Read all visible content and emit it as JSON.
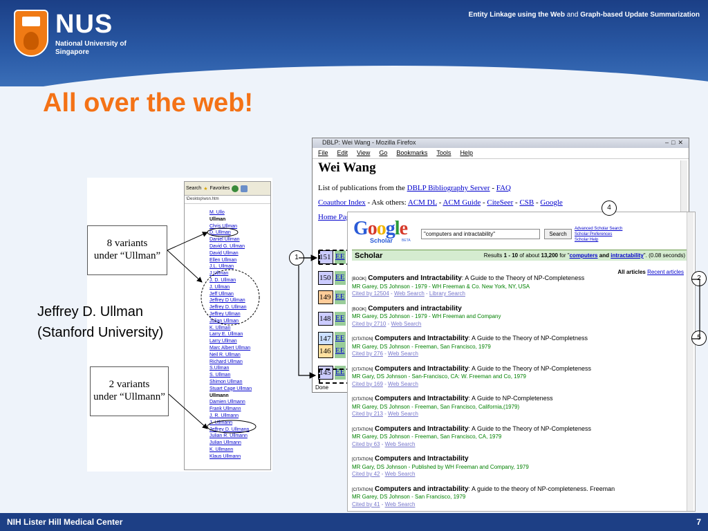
{
  "header": {
    "title_part1": "Entity Linkage using the Web",
    "title_and": "and",
    "title_part2": "Graph-based Update Summarization",
    "logo_text": "NUS",
    "logo_sub": "National University of Singapore"
  },
  "slide": {
    "title": "All over the web!",
    "person_line1": "Jeffrey D. Ullman",
    "person_line2": "(Stanford University)"
  },
  "left_shot": {
    "toolbar_search": "Search",
    "toolbar_favorites": "Favorites",
    "address": "\\Desktop\\wsn.htm",
    "items": [
      {
        "t": "M. Ullo",
        "b": false
      },
      {
        "t": "Ullman",
        "b": true
      },
      {
        "t": "Chris Ullman",
        "b": false
      },
      {
        "t": "D. Ullman",
        "b": false
      },
      {
        "t": "Daniel Ullman",
        "b": false
      },
      {
        "t": "David G. Ullman",
        "b": false
      },
      {
        "t": "David Ullman",
        "b": false
      },
      {
        "t": "Ellen Ullman",
        "b": false
      },
      {
        "t": "J.L. Ullman",
        "b": false
      },
      {
        "t": "J Ullman",
        "b": false
      },
      {
        "t": "J. D. Ullman",
        "b": false
      },
      {
        "t": "J. Ullman",
        "b": false
      },
      {
        "t": "Jeff Ullman",
        "b": false
      },
      {
        "t": "Jeffrey D Ullman",
        "b": false
      },
      {
        "t": "Jeffrey D. Ullman",
        "b": false
      },
      {
        "t": "Jeffrey Ullman",
        "b": false
      },
      {
        "t": "Julian Ullman",
        "b": false
      },
      {
        "t": "K. Ullman",
        "b": false
      },
      {
        "t": "Larry E. Ullman",
        "b": false
      },
      {
        "t": "Larry Ullman",
        "b": false
      },
      {
        "t": "Marc Albert Ullman",
        "b": false
      },
      {
        "t": "Neil R. Ullman",
        "b": false
      },
      {
        "t": "Richard Ullman",
        "b": false
      },
      {
        "t": "S.Ullman",
        "b": false
      },
      {
        "t": "S. Ullman",
        "b": false
      },
      {
        "t": "Shimon Ullman",
        "b": false
      },
      {
        "t": "Stuart Cage Ullman",
        "b": false
      },
      {
        "t": "Ullmann",
        "b": true
      },
      {
        "t": "Damien Ullmann",
        "b": false
      },
      {
        "t": "Frank Ullmann",
        "b": false
      },
      {
        "t": "J. R. Ullmann",
        "b": false
      },
      {
        "t": "J. Ullmann",
        "b": false
      },
      {
        "t": "Jeffrey D. Ullmann",
        "b": false
      },
      {
        "t": "Julian R. Ullmann",
        "b": false
      },
      {
        "t": "Julian Ullmann",
        "b": false
      },
      {
        "t": "K. Ullmann",
        "b": false
      },
      {
        "t": "Klaus Ullmann",
        "b": false
      }
    ],
    "box1_line1": "8 variants",
    "box1_line2": "under “Ullman”",
    "box2_line1": "2 variants",
    "box2_line2": "under “Ullmann”"
  },
  "dblp": {
    "window_title": "DBLP: Wei Wang - Mozilla Firefox",
    "menu": [
      "File",
      "Edit",
      "View",
      "Go",
      "Bookmarks",
      "Tools",
      "Help"
    ],
    "heading": "Wei Wang",
    "line1_prefix": "List of publications from the",
    "line1_link1": "DBLP Bibliography Server",
    "line1_sep": "-",
    "line1_link2": "FAQ",
    "line2_link1": "Coauthor Index",
    "line2_mid": "- Ask others:",
    "line2_links": [
      "ACM DL",
      "ACM Guide",
      "CiteSeer",
      "CSB",
      "Google"
    ],
    "line3_link": "Home Pag",
    "pubs": [
      {
        "n": "151",
        "e": "EE",
        "c": "#ccccff"
      },
      {
        "n": "150",
        "e": "EE",
        "c": "#ccccff"
      },
      {
        "n": "149",
        "e": "EE",
        "c": "#ffcc99"
      },
      {
        "n": "148",
        "e": "EE",
        "c": "#ccccff"
      },
      {
        "n": "147",
        "e": "EE",
        "c": "#cce0ff"
      },
      {
        "n": "146",
        "e": "EE",
        "c": "#ffe0a0"
      },
      {
        "n": "145",
        "e": "EE",
        "c": "#ccccff"
      }
    ],
    "status": "Done"
  },
  "scholar": {
    "logo_G": "G",
    "logo_o1": "o",
    "logo_o2": "o",
    "logo_g": "g",
    "logo_l": "l",
    "logo_e": "e",
    "logo_sub": "Scholar",
    "beta": "BETA",
    "query": "\"computers and intractability\"",
    "search_btn": "Search",
    "adv1": "Advanced Scholar Search",
    "adv2": "Scholar Preferences",
    "adv3": "Scholar Help",
    "bar_label": "Scholar",
    "res_prefix": "Results",
    "res_range": "1 - 10",
    "res_mid": "of about",
    "res_count": "13,200",
    "res_for": "for \"",
    "res_q1": "computers",
    "res_and": "and",
    "res_q2": "intractability",
    "res_end": "\". (0.08 seconds)",
    "all_articles": "All articles",
    "recent_articles": "Recent articles",
    "results": [
      {
        "tag": "[BOOK]",
        "title": "Computers and Intractability",
        "rest": ": A Guide to the Theory of NP-Completeness",
        "auth": "MR Garey, DS Johnson - 1979 - WH Freeman & Co. New York, NY, USA",
        "cited": "Cited by 12504",
        "l2": "Web Search",
        "l3": "Library Search"
      },
      {
        "tag": "[BOOK]",
        "title": "Computers and intractability",
        "rest": "",
        "auth": "MR Garey, DS Johnson - 1979 - WH Freeman and Company",
        "cited": "Cited by 2710",
        "l2": "Web Search",
        "l3": ""
      },
      {
        "tag": "[CITATION]",
        "title": "Computers and Intractability",
        "rest": ": A Guide to the Theory of NP-Completness",
        "auth": "MR Garey, DS Johnson - Freeman, San Francisco, 1979",
        "cited": "Cited by 276",
        "l2": "Web Search",
        "l3": ""
      },
      {
        "tag": "[CITATION]",
        "title": "Computers and Intractability",
        "rest": ": A Guide to the Theory of NP-Completeness",
        "auth": "MR Gary, DS Johnson - San-Francisco, CA: W. Freeman and Co, 1979",
        "cited": "Cited by 169",
        "l2": "Web Search",
        "l3": ""
      },
      {
        "tag": "[CITATION]",
        "title": "Computers and Intractability",
        "rest": ": A Guide to NP-Completeness",
        "auth": "MR Garey, DS Johnson - Freeman, San Francisco, California,(1979)",
        "cited": "Cited by 213",
        "l2": "Web Search",
        "l3": ""
      },
      {
        "tag": "[CITATION]",
        "title": "Computers and Intractability",
        "rest": ": A Guide to the Theory of NP-Completeness",
        "auth": "MR Garey, DS Johnson - Freeman, San Francisco, CA, 1979",
        "cited": "Cited by 63",
        "l2": "Web Search",
        "l3": ""
      },
      {
        "tag": "[CITATION]",
        "title": "Computers and Intractability",
        "rest": "",
        "auth": "MR Gary, DS Johnson - Published by WH Freeman and Company, 1979",
        "cited": "Cited by 42",
        "l2": "Web Search",
        "l3": ""
      },
      {
        "tag": "[CITATION]",
        "title": "Computers and intractability",
        "rest": ": A guide to the theory of NP-completeness. Freeman",
        "auth": "MR Garey, DS Johnson - San Francisco, 1979",
        "cited": "Cited by 41",
        "l2": "Web Search",
        "l3": ""
      }
    ]
  },
  "callouts": {
    "c1": "1",
    "c2": "2",
    "c4": "4",
    "c5": "5"
  },
  "footer": {
    "left": "NIH Lister Hill Medical Center",
    "right": "7"
  }
}
